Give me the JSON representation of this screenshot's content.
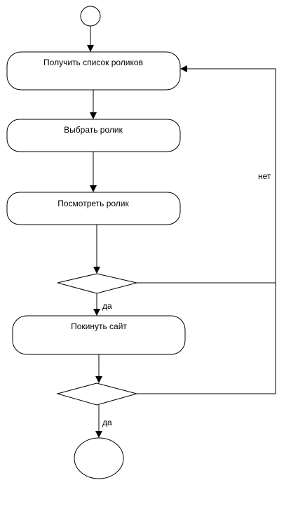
{
  "diagram": {
    "nodes": {
      "action_get_list": "Получить список роликов",
      "action_choose": "Выбрать ролик",
      "action_watch": "Посмотреть ролик",
      "action_leave": "Покинуть сайт"
    },
    "edge_labels": {
      "no": "нет",
      "yes_1": "да",
      "yes_2": "да"
    }
  }
}
